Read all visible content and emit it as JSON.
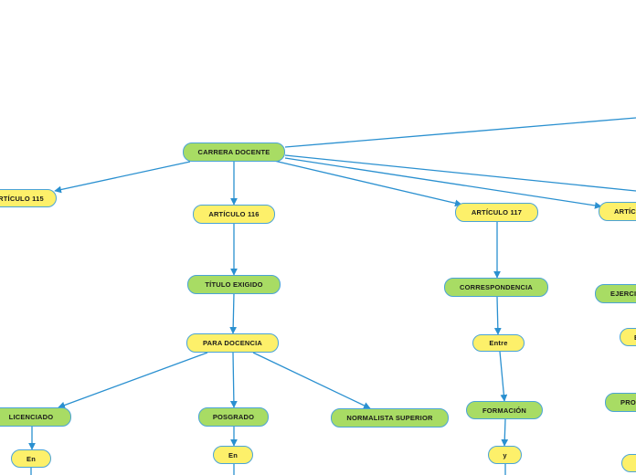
{
  "nodes": {
    "carrera_docente": "CARRERA DOCENTE",
    "articulo_115": "RTÍCULO 115",
    "articulo_116": "ARTÍCULO 116",
    "articulo_117": "ARTÍCULO 117",
    "articulo_118": "ARTÍC",
    "titulo_exigido": "TÍTULO EXIGIDO",
    "para_docencia": "PARA DOCENCIA",
    "licenciado": "LICENCIADO",
    "posgrado": "POSGRADO",
    "normalista_superior": "NORMALISTA SUPERIOR",
    "en_licenciado": "En",
    "en_posgrado": "En",
    "correspondencia": "CORRESPONDENCIA",
    "entre": "Entre",
    "formacion": "FORMACIÓN",
    "y": "y",
    "ejercicio": "EJERCIC",
    "right_partial_1": "E",
    "profesional": "PRO",
    "right_partial_2": ""
  },
  "colors": {
    "edge": "#2a90d0",
    "node_border": "#4aa3d6",
    "green_fill": "#a8dc64",
    "yellow_fill": "#fdf06a"
  }
}
